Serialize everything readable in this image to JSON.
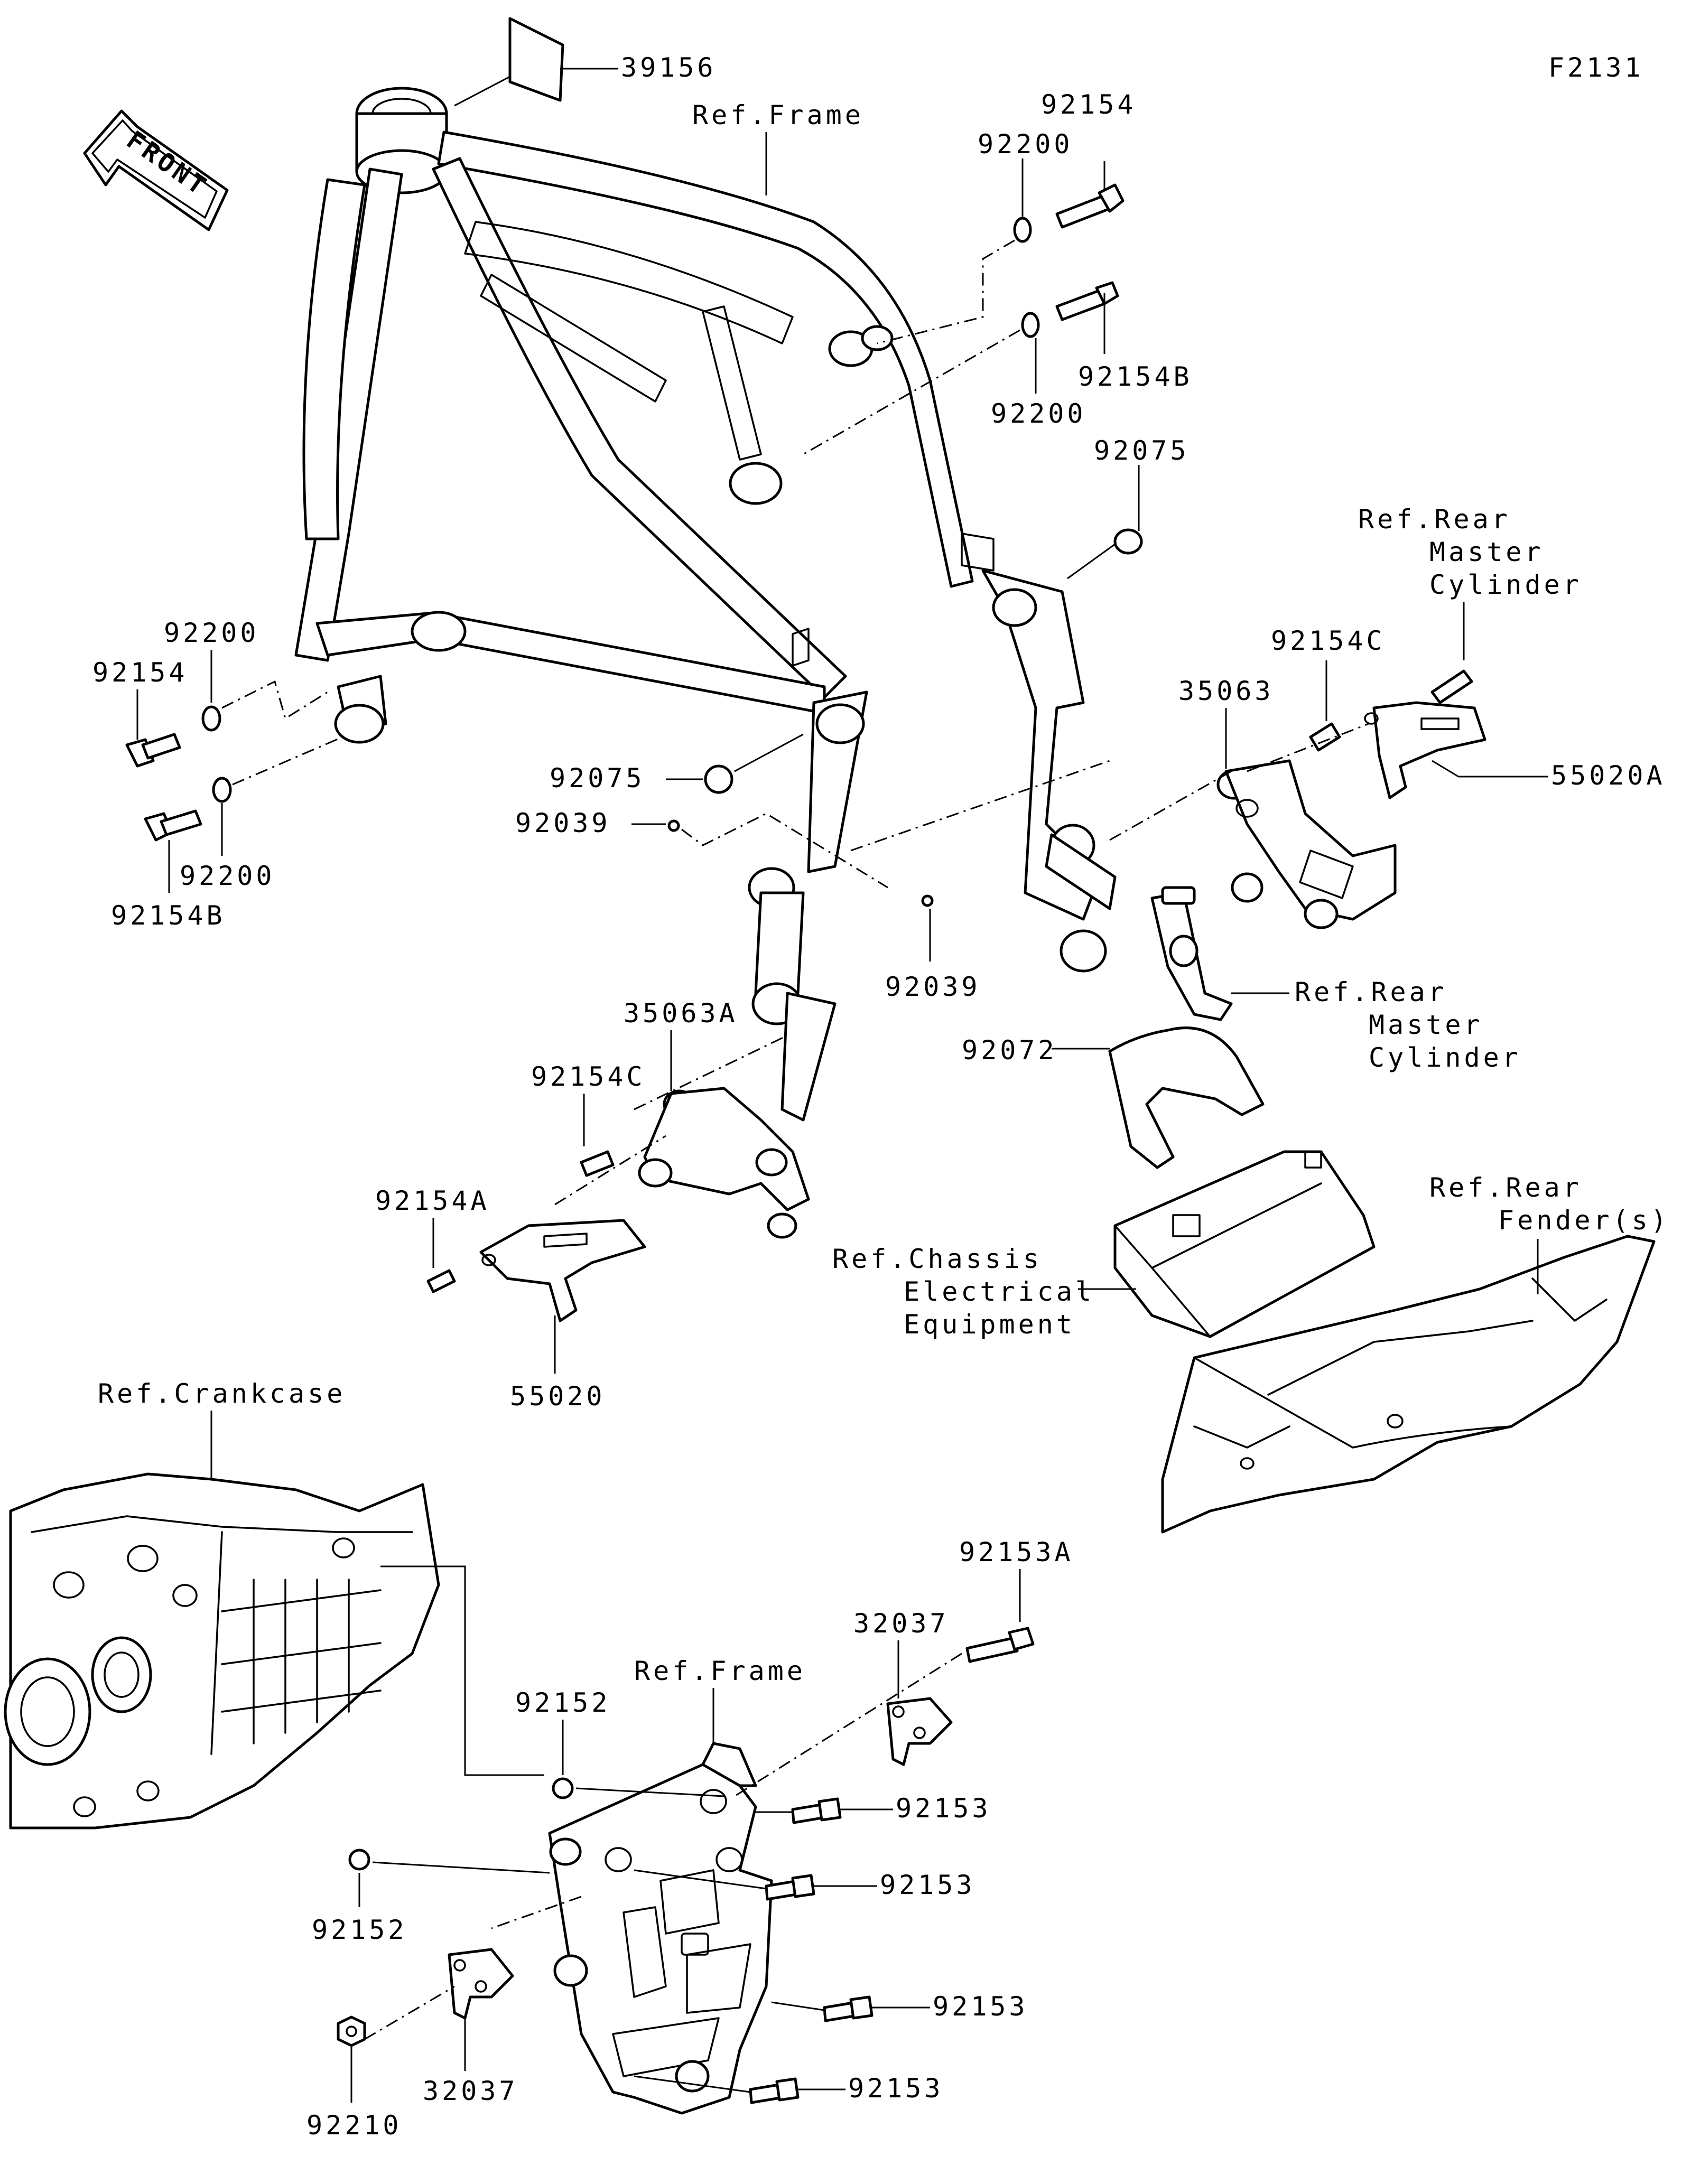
{
  "figure_id": "F2131",
  "front_label": "FRONT",
  "labels": {
    "p39156": "39156",
    "ref_frame_top": "Ref.Frame",
    "p92154_top": "92154",
    "p92200_top": "92200",
    "p92154B_top": "92154B",
    "p92200_mid": "92200",
    "p92075_right": "92075",
    "ref_rear_master_top_1": "Ref.Rear",
    "ref_rear_master_top_2": "Master",
    "ref_rear_master_top_3": "Cylinder",
    "p92154C_right": "92154C",
    "p35063": "35063",
    "p55020A": "55020A",
    "p92200_left_top": "92200",
    "p92154_left": "92154",
    "p92200_left_bottom": "92200",
    "p92154B_left": "92154B",
    "p92075_left": "92075",
    "p92039_left": "92039",
    "p92039_right": "92039",
    "ref_rear_master_mid_1": "Ref.Rear",
    "ref_rear_master_mid_2": "Master",
    "ref_rear_master_mid_3": "Cylinder",
    "p35063A": "35063A",
    "p92154C_left": "92154C",
    "p92072": "92072",
    "p92154A": "92154A",
    "ref_rear_fender_1": "Ref.Rear",
    "ref_rear_fender_2": "Fender(s)",
    "ref_chassis_1": "Ref.Chassis",
    "ref_chassis_2": "Electrical",
    "ref_chassis_3": "Equipment",
    "p55020": "55020",
    "ref_crankcase": "Ref.Crankcase",
    "p92153A": "92153A",
    "p32037_top": "32037",
    "ref_frame_bottom": "Ref.Frame",
    "p92152_top": "92152",
    "p92153_1": "92153",
    "p92153_2": "92153",
    "p92152_left": "92152",
    "p92153_3": "92153",
    "p32037_bottom": "32037",
    "p92153_4": "92153",
    "p92210": "92210"
  }
}
